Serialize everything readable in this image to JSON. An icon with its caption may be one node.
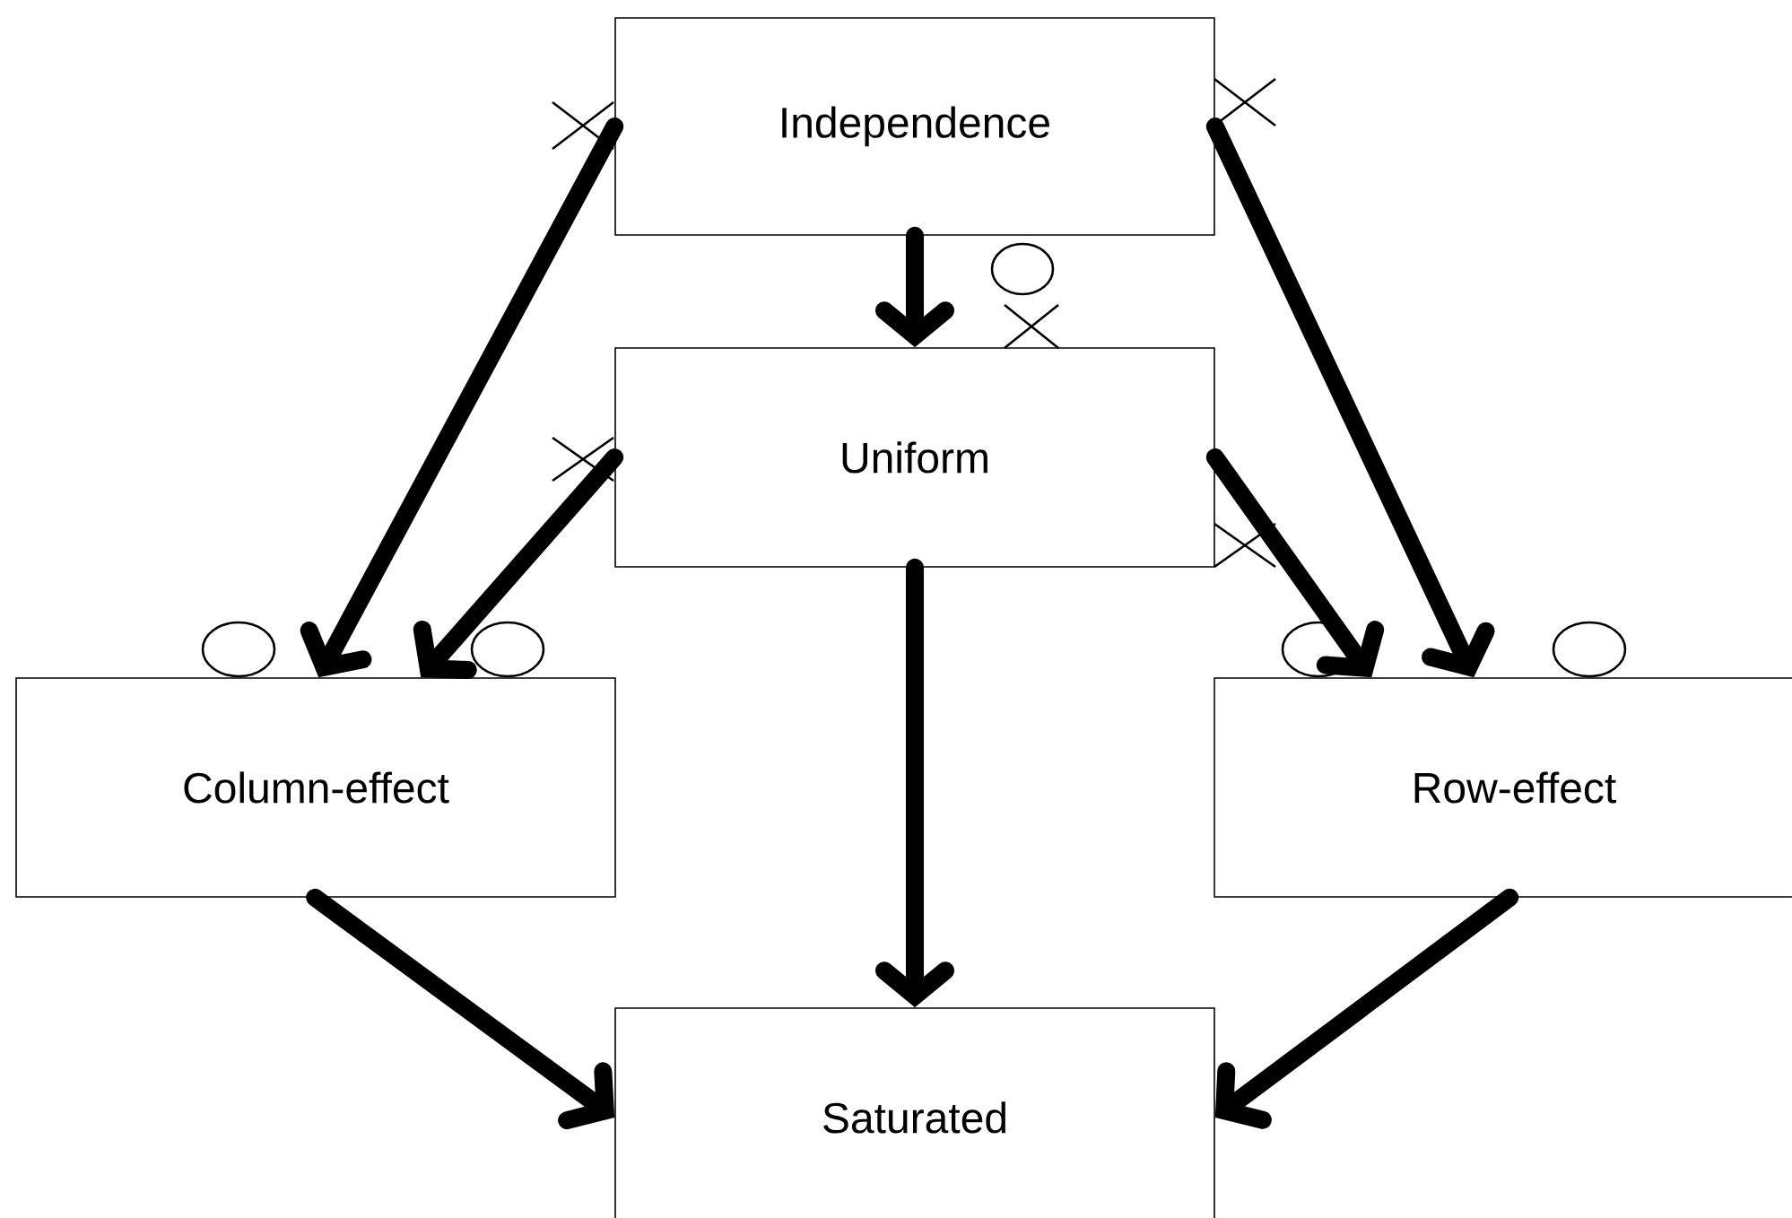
{
  "diagram": {
    "nodes": [
      {
        "text": [
          "Independence"
        ]
      },
      {
        "text": [
          "Uniform"
        ]
      },
      {
        "text": [
          "Column-effect"
        ]
      },
      {
        "text": [
          "Row-effect"
        ]
      },
      {
        "text": [
          "Saturated"
        ]
      }
    ],
    "edges": [
      {
        "from": 0,
        "to": 1,
        "arrow": "to"
      },
      {
        "from": 0,
        "to": 2,
        "arrow": "to"
      },
      {
        "from": 1,
        "to": 2,
        "arrow": "to"
      },
      {
        "from": 1,
        "to": 3,
        "arrow": "to"
      },
      {
        "from": 0,
        "to": 3,
        "arrow": "to"
      },
      {
        "from": 1,
        "to": 4,
        "arrow": "to"
      },
      {
        "from": 2,
        "to": 4,
        "arrow": "to"
      },
      {
        "from": 3,
        "to": 4,
        "arrow": "to"
      }
    ]
  }
}
